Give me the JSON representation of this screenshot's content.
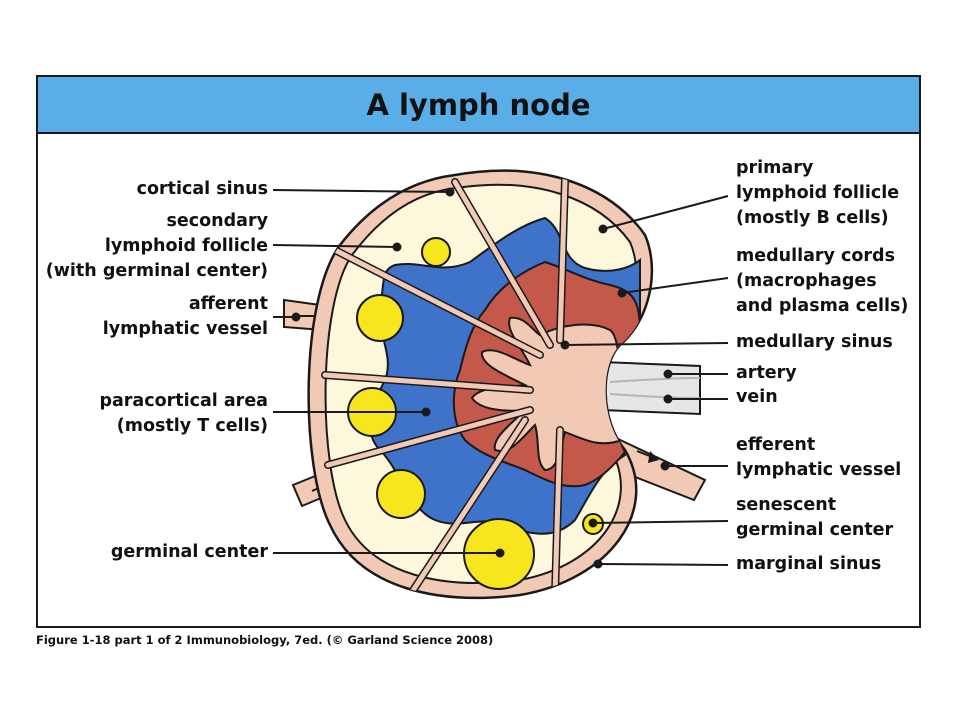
{
  "title": "A lymph node",
  "labels": {
    "cortical_sinus": [
      "cortical sinus"
    ],
    "secondary_follicle": [
      "secondary",
      "lymphoid follicle",
      "(with germinal center)"
    ],
    "afferent_vessel": [
      "afferent",
      "lymphatic vessel"
    ],
    "paracortical_area": [
      "paracortical area",
      "(mostly T cells)"
    ],
    "germinal_center": [
      "germinal center"
    ],
    "primary_follicle": [
      "primary",
      "lymphoid follicle",
      "(mostly B cells)"
    ],
    "medullary_cords": [
      "medullary cords",
      "(macrophages",
      "and plasma cells)"
    ],
    "medullary_sinus": [
      "medullary sinus"
    ],
    "artery": [
      "artery"
    ],
    "vein": [
      "vein"
    ],
    "efferent_vessel": [
      "efferent",
      "lymphatic vessel"
    ],
    "senescent_center": [
      "senescent",
      "germinal center"
    ],
    "marginal_sinus": [
      "marginal sinus"
    ]
  },
  "caption": "Figure 1-18 part 1 of 2  Immunobiology, 7ed. (© Garland Science 2008)",
  "colors": {
    "title_bar": "#5aaee8",
    "capsule": "#f2c9b5",
    "follicle_zone": "#fdf8dc",
    "paracortex": "#3e73c9",
    "medullary_cords": "#c4584a",
    "germinal_center": "#f7e51e",
    "outline": "#1a1a1a",
    "vessels": "#e6e6e6"
  }
}
